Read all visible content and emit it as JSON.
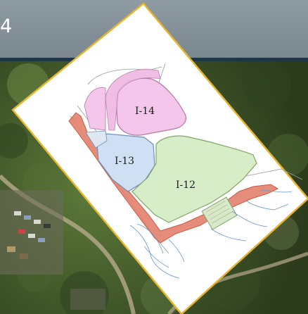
{
  "header": {
    "title_fragment": "4"
  },
  "plan": {
    "zones": [
      {
        "id": "I-14",
        "fill": "#f4c6ec",
        "stroke": "#b07aa6"
      },
      {
        "id": "I-13",
        "fill": "#cfe0f4",
        "stroke": "#6f8fb5"
      },
      {
        "id": "I-12",
        "fill": "#d7edc7",
        "stroke": "#7fa568"
      }
    ],
    "frame_color": "#e7b52d",
    "road_color": "#d8573f"
  }
}
